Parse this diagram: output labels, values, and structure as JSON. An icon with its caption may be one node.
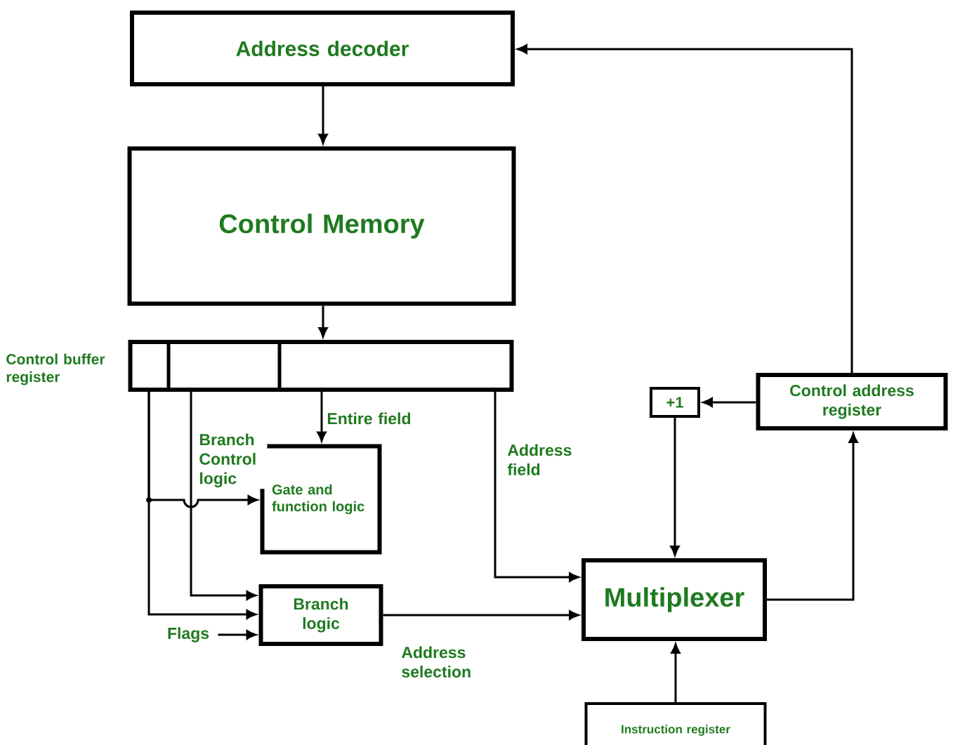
{
  "diagram": {
    "nodes": [
      {
        "text": [
          "Address decoder"
        ]
      },
      {
        "text": [
          "Control Memory"
        ]
      },
      {
        "text": [
          "Control buffer register"
        ]
      },
      {
        "text": [
          "Gate and function logic"
        ]
      },
      {
        "text": [
          "Branch logic"
        ]
      },
      {
        "text": [
          "Flags"
        ]
      },
      {
        "text": [
          "Multiplexer"
        ]
      },
      {
        "text": [
          "+1"
        ]
      },
      {
        "text": [
          "Control address register"
        ]
      },
      {
        "text": [
          "Instruction register"
        ]
      }
    ],
    "edges": [
      {
        "from": 0,
        "to": 1,
        "arrow": "to"
      },
      {
        "from": 1,
        "to": 2,
        "arrow": "to"
      },
      {
        "from": 2,
        "to": 3,
        "arrow": "to",
        "label": "Entire field"
      },
      {
        "from": 2,
        "to": 4,
        "arrow": "to",
        "label": "Branch Control logic"
      },
      {
        "from": 2,
        "to": 4,
        "arrow": "to"
      },
      {
        "from": 2,
        "to": 3,
        "arrow": "to"
      },
      {
        "from": 5,
        "to": 4,
        "arrow": "to"
      },
      {
        "from": 4,
        "to": 6,
        "arrow": "to",
        "label": "Address selection"
      },
      {
        "from": 2,
        "to": 6,
        "arrow": "to",
        "label": "Address field"
      },
      {
        "from": 8,
        "to": 7,
        "arrow": "to"
      },
      {
        "from": 7,
        "to": 6,
        "arrow": "to"
      },
      {
        "from": 6,
        "to": 8,
        "arrow": "to"
      },
      {
        "from": 8,
        "to": 0,
        "arrow": "to"
      },
      {
        "from": 9,
        "to": 6,
        "arrow": "to"
      }
    ]
  }
}
